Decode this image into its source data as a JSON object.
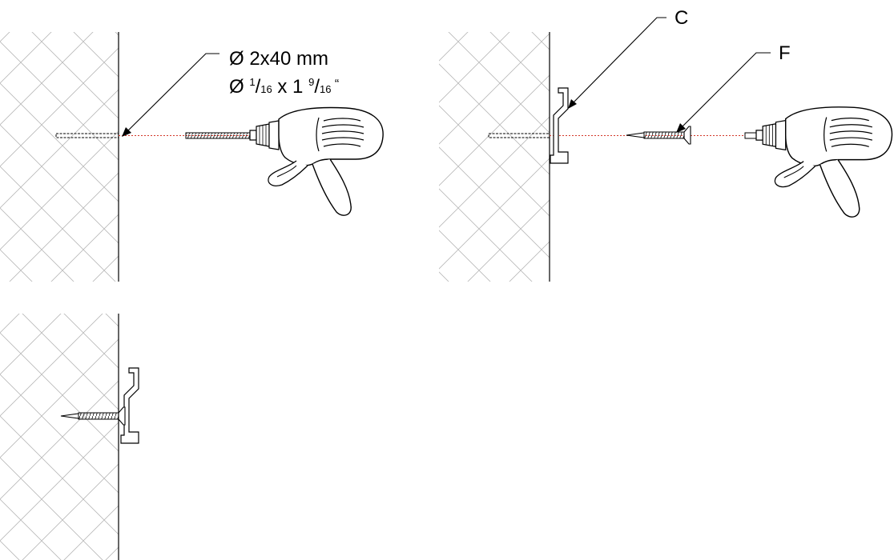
{
  "step1": {
    "callout_metric": "Ø 2x40 mm",
    "callout_imperial": {
      "prefix": "Ø ",
      "a_num": "1",
      "a_sep": "/",
      "a_den": "16",
      "mid": " x 1 ",
      "b_num": "9",
      "b_sep": "/",
      "b_den": "16",
      "suffix": " “"
    }
  },
  "step2": {
    "bracket_label": "C",
    "screw_label": "F"
  },
  "colors": {
    "line": "#000000",
    "hatch": "#b8b8b8",
    "guide": "#d2372a"
  },
  "icons": [
    "drill-icon",
    "drill-bit-icon",
    "screw-icon",
    "bracket-icon"
  ]
}
